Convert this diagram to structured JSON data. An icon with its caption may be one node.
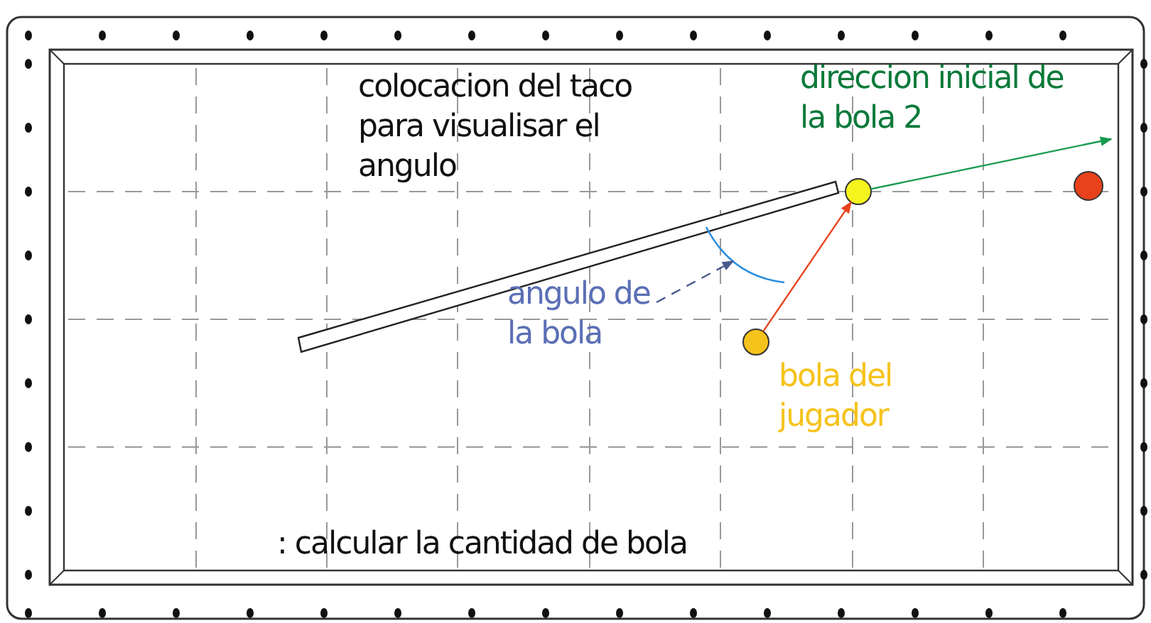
{
  "diagram": {
    "nodes": [
      {
        "text": [],
        "shape": "circle"
      },
      {
        "text": [],
        "shape": "circle"
      },
      {
        "text": [],
        "shape": "circle"
      },
      {
        "text": [
          "angulo de la bola"
        ]
      },
      {
        "text": [],
        "shape": "arc"
      }
    ],
    "edges": [
      {
        "from": 1,
        "to": 0,
        "arrow": "to",
        "color": "#e8421c"
      },
      {
        "from": 0,
        "to": null,
        "arrow": "to",
        "color": "#169a4e"
      },
      {
        "from": 3,
        "to": 4,
        "arrow": "to",
        "style": "dashed",
        "color": "#4a5a8c"
      }
    ],
    "labels": [
      "colocacion del taco para visualisar el angulo",
      "direccion inicial de la bola 2",
      "bola del jugador",
      ": calcular la cantidad de bola"
    ]
  }
}
